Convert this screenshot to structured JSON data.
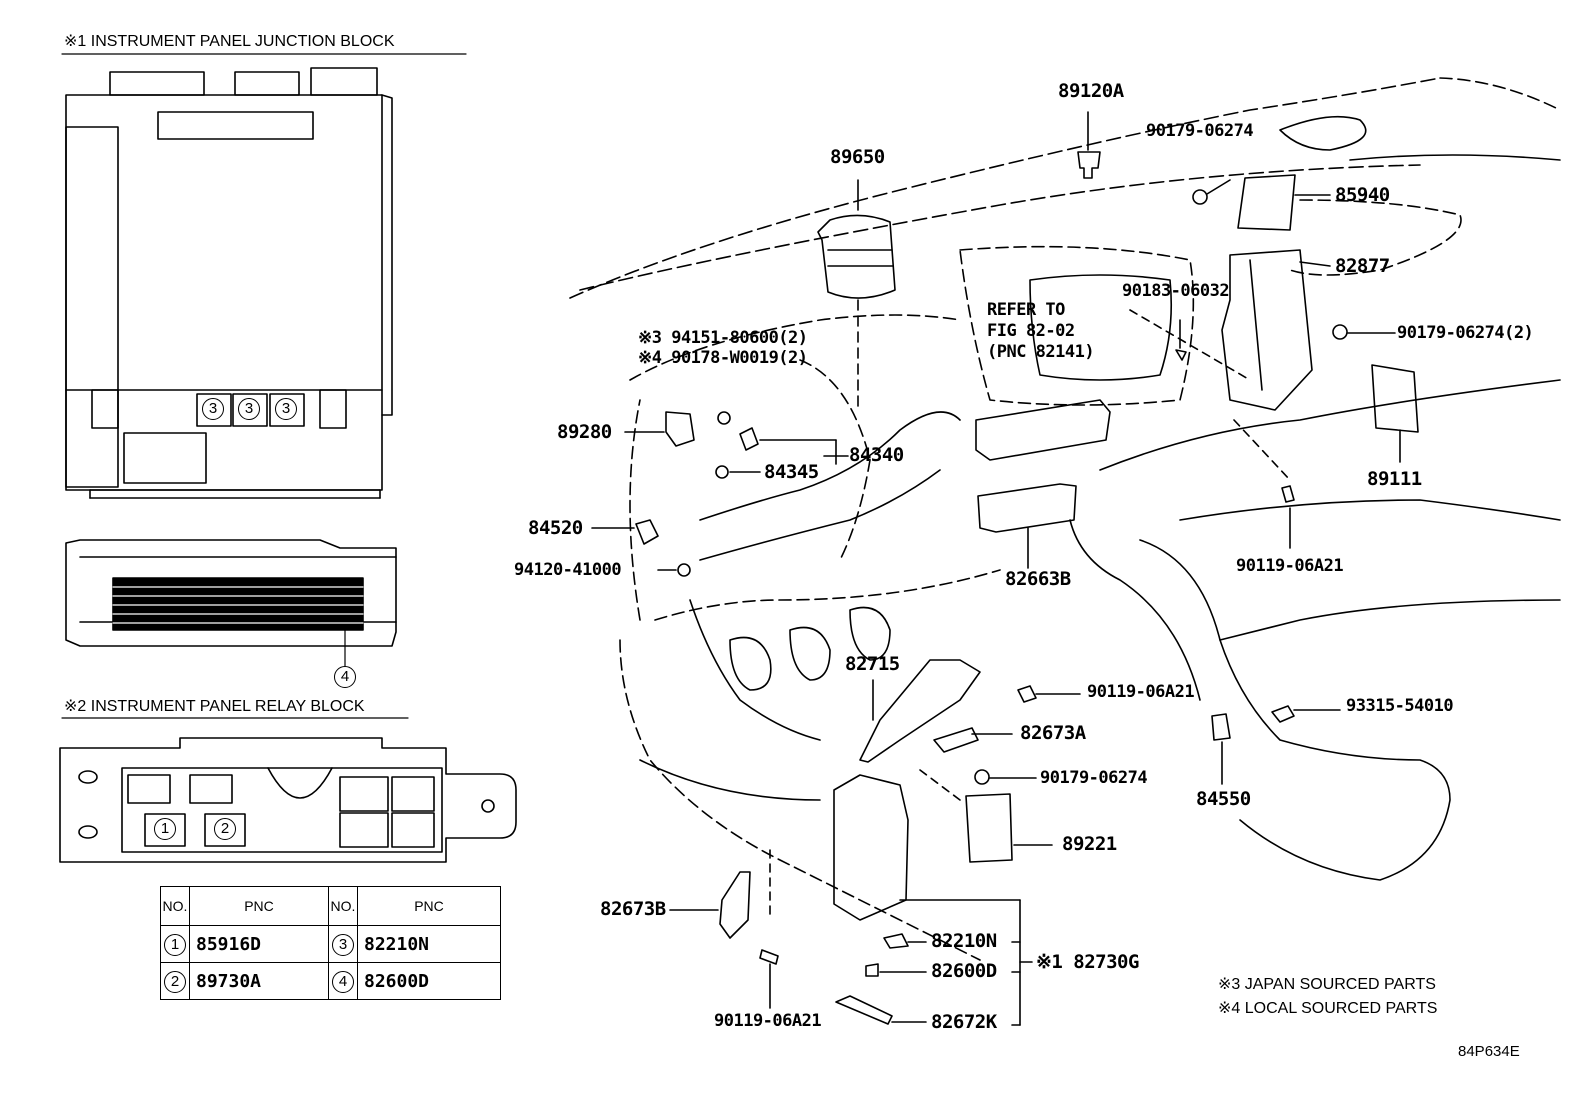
{
  "headers": {
    "jb": "※1 INSTRUMENT PANEL JUNCTION BLOCK",
    "relay": "※2 INSTRUMENT PANEL RELAY BLOCK"
  },
  "jb_circles": [
    "3",
    "3",
    "3"
  ],
  "jb_bottom_circle": "4",
  "relay_circles": [
    "1",
    "2"
  ],
  "table": {
    "col_no": "NO.",
    "col_pnc": "PNC",
    "rows": [
      {
        "no_a": "1",
        "pnc_a": "85916D",
        "no_b": "3",
        "pnc_b": "82210N"
      },
      {
        "no_a": "2",
        "pnc_a": "89730A",
        "no_b": "4",
        "pnc_b": "82600D"
      }
    ]
  },
  "parts": {
    "p89120A": "89120A",
    "p90179_06274_top": "90179-06274",
    "p89650": "89650",
    "p85940": "85940",
    "p82877": "82877",
    "p90183_06032": "90183-06032",
    "p90179_06274_2": "90179-06274(2)",
    "refer_1": "REFER TO",
    "refer_2": "FIG 82-02",
    "refer_3": "(PNC 82141)",
    "p94151": "※3 94151-80600(2)",
    "p90178": "※4 90178-W0019(2)",
    "p89280": "89280",
    "p84345": "84345",
    "p84340": "84340",
    "p89111": "89111",
    "p84520": "84520",
    "p94120": "94120-41000",
    "p82663B": "82663B",
    "p90119_right": "90119-06A21",
    "p82715": "82715",
    "p90119_mid": "90119-06A21",
    "p93315": "93315-54010",
    "p82673A": "82673A",
    "p90179_06274_low": "90179-06274",
    "p84550": "84550",
    "p89221": "89221",
    "p82673B": "82673B",
    "p82210N": "82210N",
    "p82730G": "※1 82730G",
    "p82600D": "82600D",
    "p90119_bottom": "90119-06A21",
    "p82672K": "82672K"
  },
  "notes": {
    "n3": "※3 JAPAN SOURCED PARTS",
    "n4": "※4 LOCAL SOURCED PARTS"
  },
  "figure_code": "84P634E"
}
